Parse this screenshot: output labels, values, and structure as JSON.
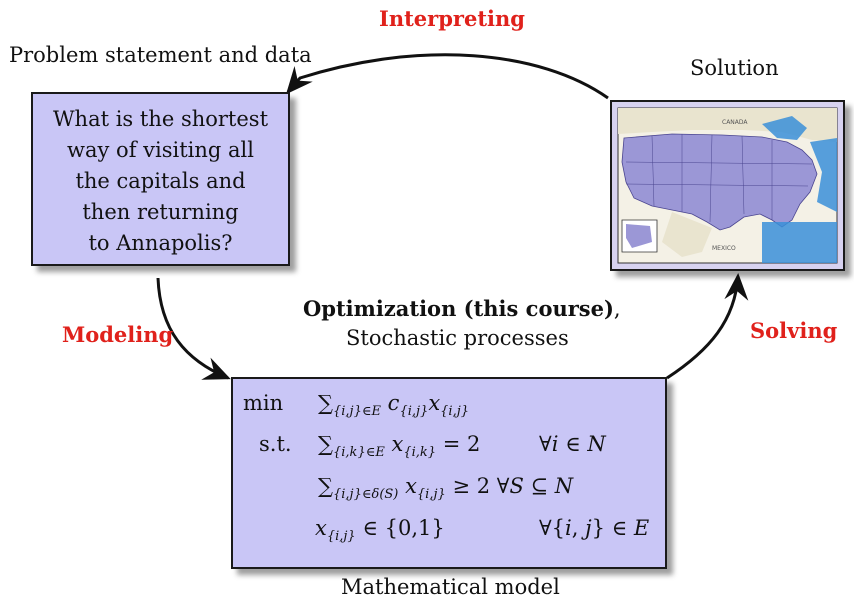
{
  "labels": {
    "interpreting": "Interpreting",
    "modeling": "Modeling",
    "solving": "Solving",
    "problem_statement": "Problem statement and data",
    "solution": "Solution",
    "mathematical_model": "Mathematical model",
    "center_bold": "Optimization (this course)",
    "center_comma": ",",
    "center_line2": "Stochastic processes"
  },
  "problem": {
    "lines": [
      "What is the shortest",
      "way of visiting all",
      "the capitals and",
      "then returning",
      "to Annapolis?"
    ]
  },
  "map": {
    "labels": [
      "CANADA",
      "MEXICO"
    ]
  },
  "model": {
    "min": "min",
    "st": "s.t.",
    "objective": "∑{i,j}∈E c{i,j} x{i,j}",
    "c1_sum": "∑{i,k}∈E x{i,k} = 2",
    "c1_forall": "∀i ∈ N",
    "c2": "∑{i,j}∈δ(S) x{i,j} ≥ 2 ∀S ⊆ N",
    "c3": "x{i,j} ∈ {0,1}",
    "c3_forall": "∀{i, j} ∈ E"
  },
  "colors": {
    "accent_red": "#e0211b",
    "box_fill": "#c9c6f6",
    "map_sea": "#3a8fd8",
    "map_land": "#9b97d6"
  }
}
